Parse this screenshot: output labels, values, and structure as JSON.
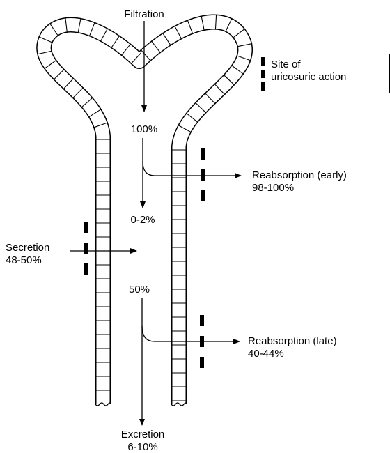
{
  "labels": {
    "filtration": "Filtration",
    "pct_100": "100%",
    "reabsorption_early": "Reabsorption (early)",
    "reabsorption_early_value": "98-100%",
    "pct_0_2": "0-2%",
    "secretion": "Secretion",
    "secretion_value": "48-50%",
    "pct_50": "50%",
    "reabsorption_late": "Reabsorption (late)",
    "reabsorption_late_value": "40-44%",
    "excretion": "Excretion",
    "excretion_value": "6-10%"
  },
  "legend": {
    "line1": "Site of",
    "line2": "uricosuric action"
  },
  "colors": {
    "ink": "#000000",
    "tubule_fill": "#ffffff"
  }
}
